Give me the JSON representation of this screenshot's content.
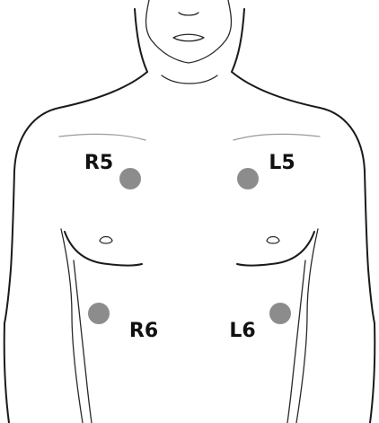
{
  "colors": {
    "electrode": "#8c8c8c",
    "label": "#111111",
    "outline": "#1a1a1a"
  },
  "electrodes": [
    {
      "id": "R5",
      "label": "R5"
    },
    {
      "id": "L5",
      "label": "L5"
    },
    {
      "id": "R6",
      "label": "R6"
    },
    {
      "id": "L6",
      "label": "L6"
    }
  ]
}
